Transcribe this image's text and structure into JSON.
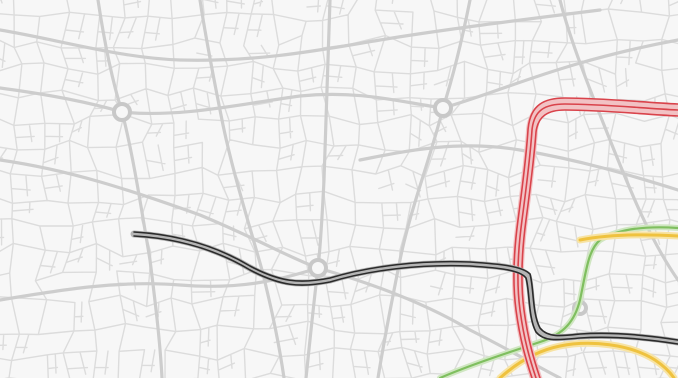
{
  "map": {
    "style": "grayscale street map with transit route overlays",
    "background_color": "#f7f7f7",
    "street_color": "#d2d2d2",
    "major_street_color": "#c8c8c8",
    "roundabout_count": 4
  },
  "routes": [
    {
      "id": "black-line",
      "color": "#2b2b2b",
      "halo": "#9a9a9a",
      "style": "double-line"
    },
    {
      "id": "red-line",
      "color": "#d9434b",
      "halo": "#f2c2c4",
      "style": "triple-line"
    },
    {
      "id": "yellow-line",
      "color": "#efc23f",
      "halo": "#f7e3a4",
      "style": "single-line"
    },
    {
      "id": "green-line",
      "color": "#7fbf5f",
      "halo": "#cfe6c1",
      "style": "single-line"
    }
  ]
}
